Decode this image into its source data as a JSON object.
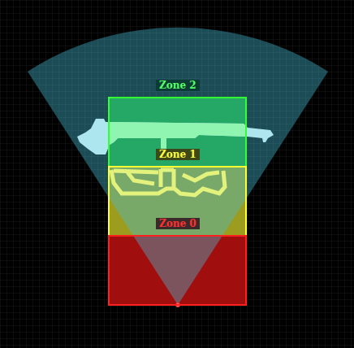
{
  "diagram": {
    "nodes": [
      {
        "text": [
          "Zone 2"
        ]
      },
      {
        "text": [
          "Zone 1"
        ]
      },
      {
        "text": [
          "Zone 0"
        ]
      }
    ]
  }
}
